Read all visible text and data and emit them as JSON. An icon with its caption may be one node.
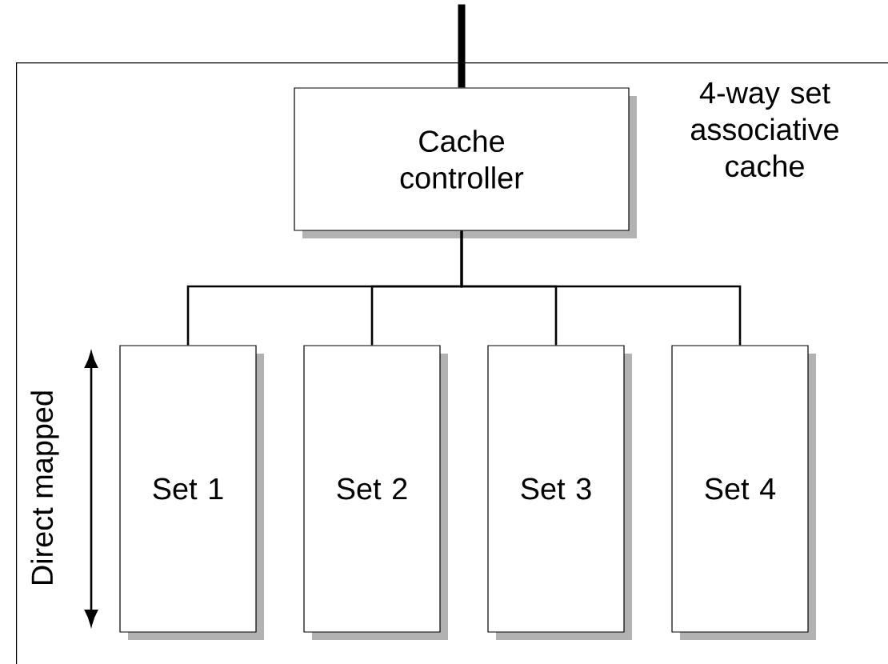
{
  "diagram": {
    "nodes": [
      {
        "text": [
          "4-way set associative cache"
        ]
      },
      {
        "text": [
          "Cache controller"
        ],
        "in": 0
      },
      {
        "text": [
          "Set 1"
        ],
        "in": 0
      },
      {
        "text": [
          "Set 2"
        ],
        "in": 0
      },
      {
        "text": [
          "Set 3"
        ],
        "in": 0
      },
      {
        "text": [
          "Set 4"
        ],
        "in": 0
      }
    ],
    "edges": [
      {
        "from": null,
        "to": 1,
        "arrow": "none",
        "style": "thick"
      },
      {
        "from": 1,
        "to": 2,
        "arrow": "none"
      },
      {
        "from": 1,
        "to": 3,
        "arrow": "none"
      },
      {
        "from": 1,
        "to": 4,
        "arrow": "none"
      },
      {
        "from": 1,
        "to": 5,
        "arrow": "none"
      }
    ],
    "labels": [
      "Direct mapped"
    ]
  }
}
